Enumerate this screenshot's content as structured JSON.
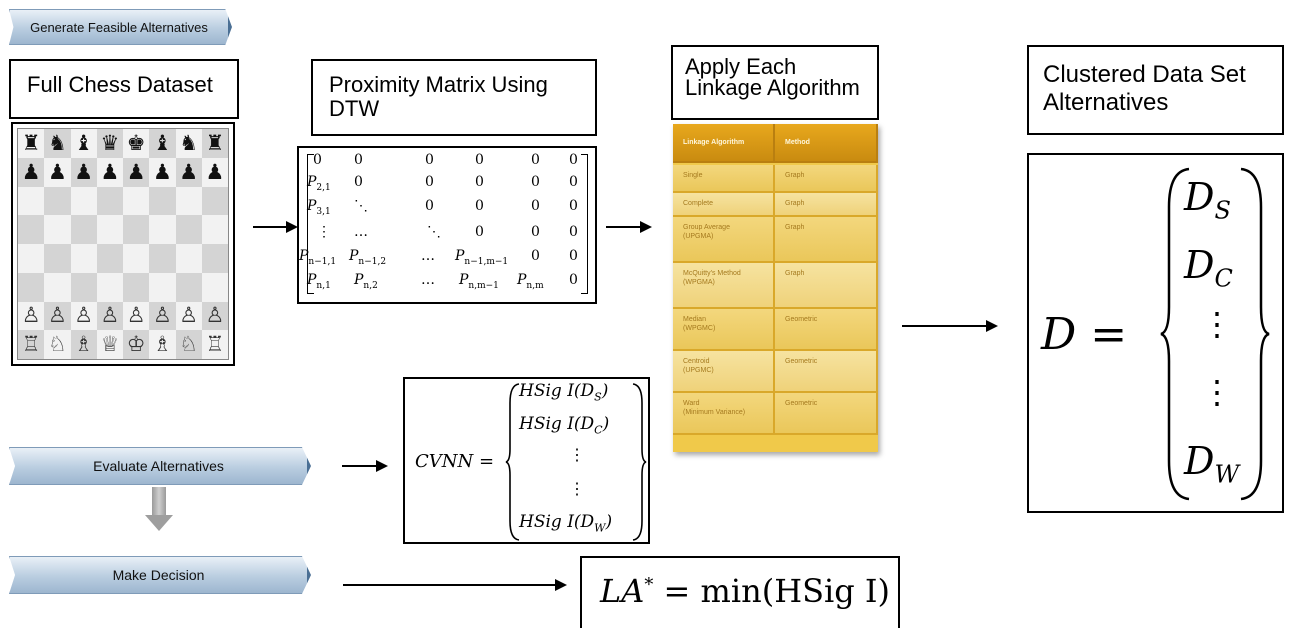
{
  "steps": {
    "generate": "Generate Feasible Alternatives",
    "evaluate": "Evaluate Alternatives",
    "decide": "Make Decision"
  },
  "boxes": {
    "chess_title": "Full Chess Dataset",
    "proximity_title": "Proximity Matrix Using DTW",
    "linkage_title": "Apply Each Linkage Algorithm",
    "clustered_title": "Clustered Data Set Alternatives"
  },
  "chess": {
    "rank8": [
      "♜",
      "♞",
      "♝",
      "♛",
      "♚",
      "♝",
      "♞",
      "♜"
    ],
    "rank7": [
      "♟",
      "♟",
      "♟",
      "♟",
      "♟",
      "♟",
      "♟",
      "♟"
    ],
    "rank2": [
      "♙",
      "♙",
      "♙",
      "♙",
      "♙",
      "♙",
      "♙",
      "♙"
    ],
    "rank1": [
      "♖",
      "♘",
      "♗",
      "♕",
      "♔",
      "♗",
      "♘",
      "♖"
    ]
  },
  "linkage_table": {
    "headers": [
      "Linkage Algorithm",
      "Method"
    ],
    "rows": [
      {
        "algorithm": "Single",
        "algorithm_sub": "",
        "method": "Graph"
      },
      {
        "algorithm": "Complete",
        "algorithm_sub": "",
        "method": "Graph"
      },
      {
        "algorithm": "Group Average",
        "algorithm_sub": "(UPGMA)",
        "method": "Graph"
      },
      {
        "algorithm": "McQuitty's Method",
        "algorithm_sub": "(WPGMA)",
        "method": "Graph"
      },
      {
        "algorithm": "Median",
        "algorithm_sub": "(WPGMC)",
        "method": "Geometric"
      },
      {
        "algorithm": "Centroid",
        "algorithm_sub": "(UPGMC)",
        "method": "Geometric"
      },
      {
        "algorithm": "Ward",
        "algorithm_sub": "(Minimum Variance)",
        "method": "Geometric"
      }
    ]
  },
  "cvnn": {
    "lhs": "CVNN =",
    "items": [
      "HSig I(D",
      "HSig I(D",
      "⋮",
      "⋮",
      "HSig I(D"
    ],
    "subs": [
      "S",
      "C",
      "",
      "",
      "W"
    ]
  },
  "clustered": {
    "lhs": "D =",
    "items": [
      "D",
      "D",
      "⋮",
      "⋮",
      "D"
    ],
    "subs": [
      "S",
      "C",
      "",
      "",
      "W"
    ]
  },
  "decision": {
    "formula_left": "LA",
    "star": "*",
    "formula_right": " = min(HSig I)"
  }
}
